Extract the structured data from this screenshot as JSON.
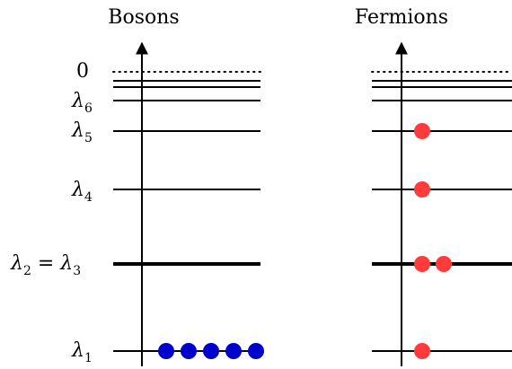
{
  "titles": {
    "bosons": "Bosons",
    "fermions": "Fermions"
  },
  "labels": {
    "zero": "0",
    "l6_sym": "λ",
    "l6_sub": "6",
    "l5_sym": "λ",
    "l5_sub": "5",
    "l4_sym": "λ",
    "l4_sub": "4",
    "l23_sym_a": "λ",
    "l23_sub_a": "2",
    "l23_eq": " = ",
    "l23_sym_b": "λ",
    "l23_sub_b": "3",
    "l1_sym": "λ",
    "l1_sub": "1"
  },
  "colors": {
    "boson": "#0000cc",
    "fermion": "#ff3b3b",
    "line": "#000000"
  },
  "particles": {
    "bosons_on_level_1": 5,
    "fermions_per_level": {
      "l1": 1,
      "l23": 2,
      "l4": 1,
      "l5": 1
    }
  }
}
